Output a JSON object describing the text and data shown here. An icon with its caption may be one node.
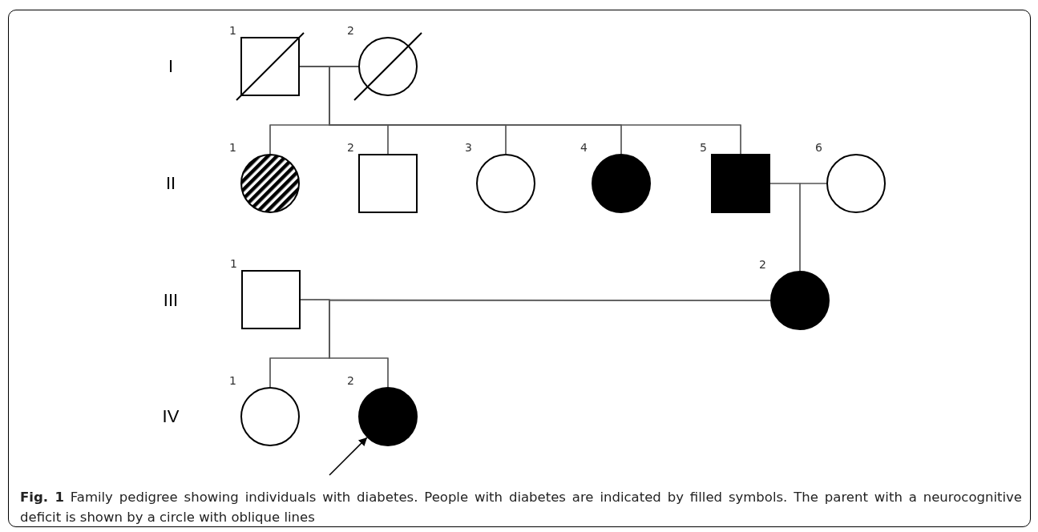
{
  "diagram": {
    "caption": "**Fig. 1** Family pedigree showing individuals with diabetes. People with diabetes are indicated by filled symbols. The parent with a neurocognitive deficit is shown by a circle with oblique lines",
    "nodes": [
      {
        "text": [
          "1"
        ]
      },
      {
        "text": [
          "2"
        ]
      },
      {
        "text": [
          "1"
        ]
      },
      {
        "text": [
          "2"
        ]
      },
      {
        "text": [
          "3"
        ]
      },
      {
        "text": [
          "4"
        ]
      },
      {
        "text": [
          "5"
        ]
      },
      {
        "text": [
          "6"
        ]
      },
      {
        "text": [
          "1"
        ]
      },
      {
        "text": [
          "2"
        ]
      },
      {
        "text": [
          "1"
        ]
      },
      {
        "text": [
          "2"
        ]
      }
    ],
    "edges": [
      {
        "from": 0,
        "to": 1,
        "arrow": "none"
      },
      {
        "from": 0,
        "to": 2,
        "arrow": "none"
      },
      {
        "from": 1,
        "to": 2,
        "arrow": "none"
      },
      {
        "from": 0,
        "to": 3,
        "arrow": "none"
      },
      {
        "from": 1,
        "to": 3,
        "arrow": "none"
      },
      {
        "from": 0,
        "to": 4,
        "arrow": "none"
      },
      {
        "from": 1,
        "to": 4,
        "arrow": "none"
      },
      {
        "from": 0,
        "to": 5,
        "arrow": "none"
      },
      {
        "from": 1,
        "to": 5,
        "arrow": "none"
      },
      {
        "from": 0,
        "to": 6,
        "arrow": "none"
      },
      {
        "from": 1,
        "to": 6,
        "arrow": "none"
      },
      {
        "from": 6,
        "to": 7,
        "arrow": "none"
      },
      {
        "from": 6,
        "to": 9,
        "arrow": "none"
      },
      {
        "from": 7,
        "to": 9,
        "arrow": "none"
      },
      {
        "from": 8,
        "to": 9,
        "arrow": "none"
      },
      {
        "from": 8,
        "to": 10,
        "arrow": "none"
      },
      {
        "from": 9,
        "to": 10,
        "arrow": "none"
      },
      {
        "from": 8,
        "to": 11,
        "arrow": "none"
      },
      {
        "from": 9,
        "to": 11,
        "arrow": "none"
      },
      {
        "from": null,
        "to": 11,
        "arrow": "to"
      }
    ],
    "labels": [
      "I",
      "II",
      "III",
      "IV"
    ]
  }
}
